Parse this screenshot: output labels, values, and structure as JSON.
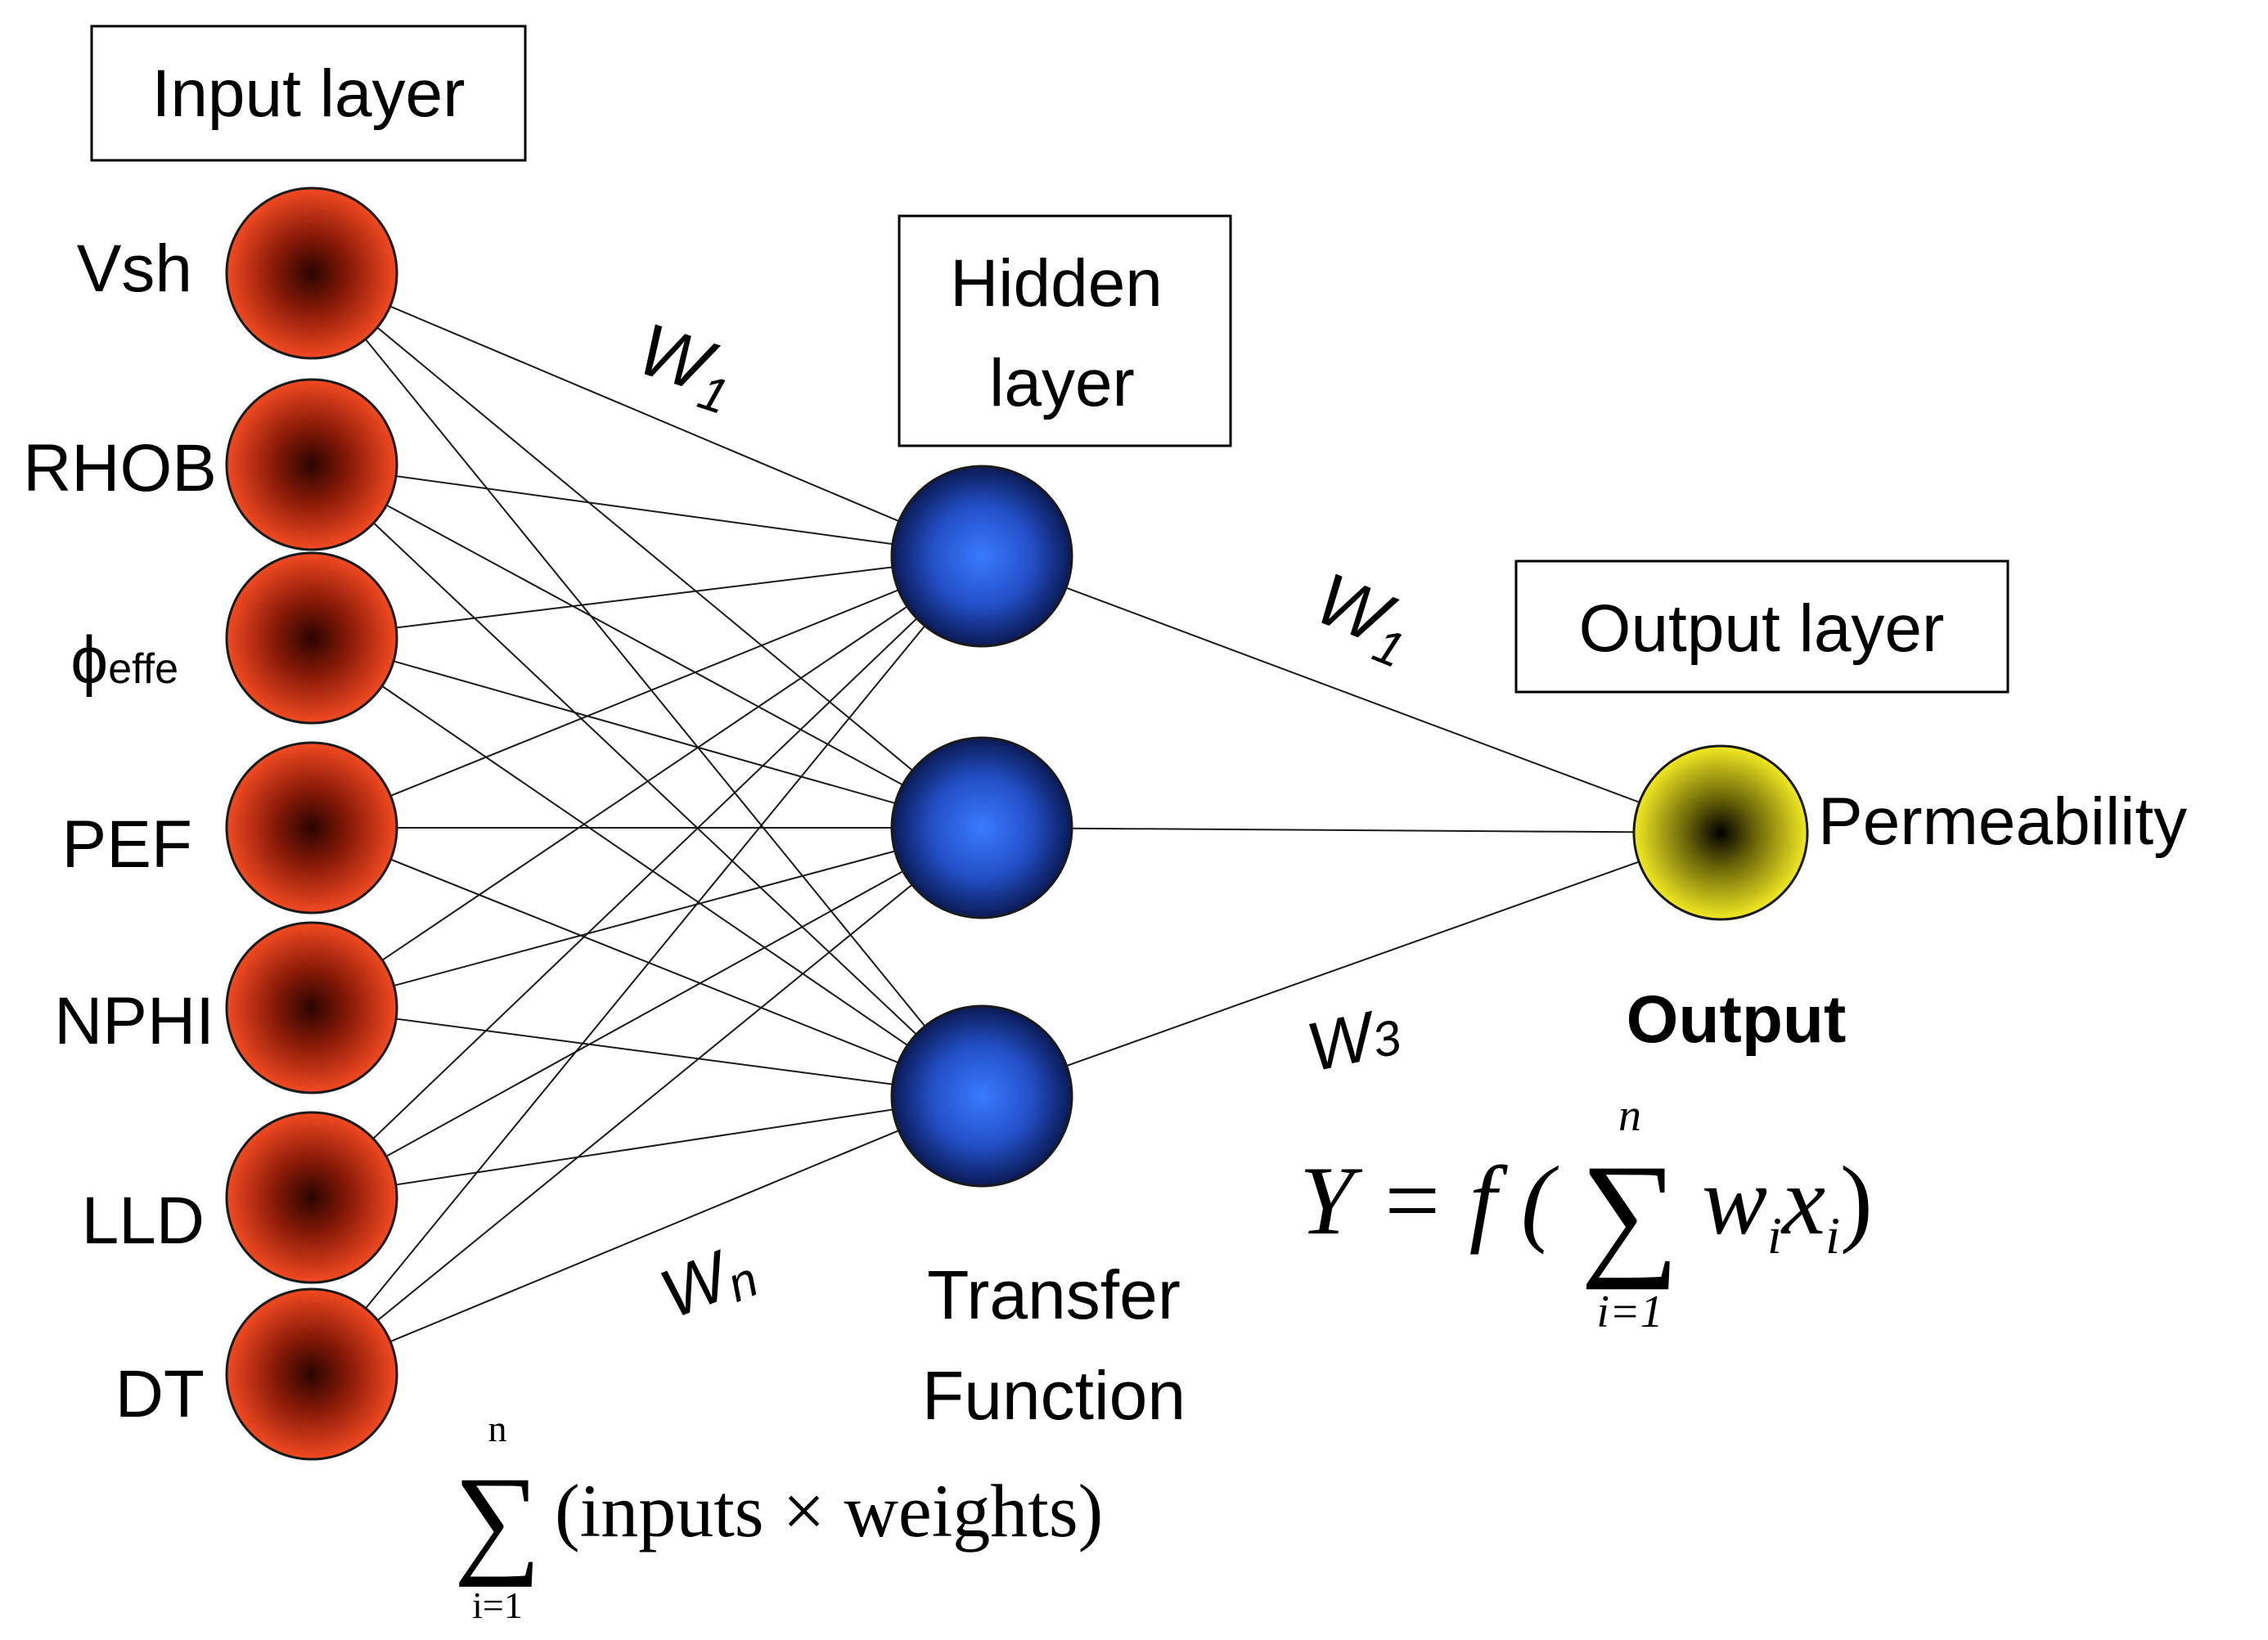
{
  "boxes": {
    "input_layer": "Input layer",
    "hidden_layer_line1": "Hidden",
    "hidden_layer_line2": "layer",
    "output_layer": "Output layer"
  },
  "inputs": [
    "Vsh",
    "RHOB",
    "ϕ",
    "PEF",
    "NPHI",
    "LLD",
    "DT"
  ],
  "phi_subscript": "effe",
  "output_node_label": "Permeability",
  "weights": {
    "w1_input": "W",
    "w1_input_sub": "1",
    "w1_output": "W",
    "w1_output_sub": "1",
    "w3": "W",
    "w3_sub": "3",
    "wn": "W",
    "wn_sub": "n"
  },
  "transfer": {
    "line1": "Transfer",
    "line2": "Function"
  },
  "sum_formula": {
    "upper": "n",
    "sigma": "∑",
    "lower": "i=1",
    "body": "(inputs × weights)"
  },
  "output_heading": "Output",
  "output_formula": {
    "lhs": "Y = f (",
    "upper": "n",
    "sigma": "∑",
    "lower": "i=1",
    "w": "w",
    "i1": "i",
    "x": "x",
    "i2": "i",
    "rparen": ")"
  },
  "colors": {
    "input_node": "#e8381a",
    "hidden_node": "#2f63e8",
    "output_node": "#f0e81c",
    "line": "#1a1a1a"
  }
}
